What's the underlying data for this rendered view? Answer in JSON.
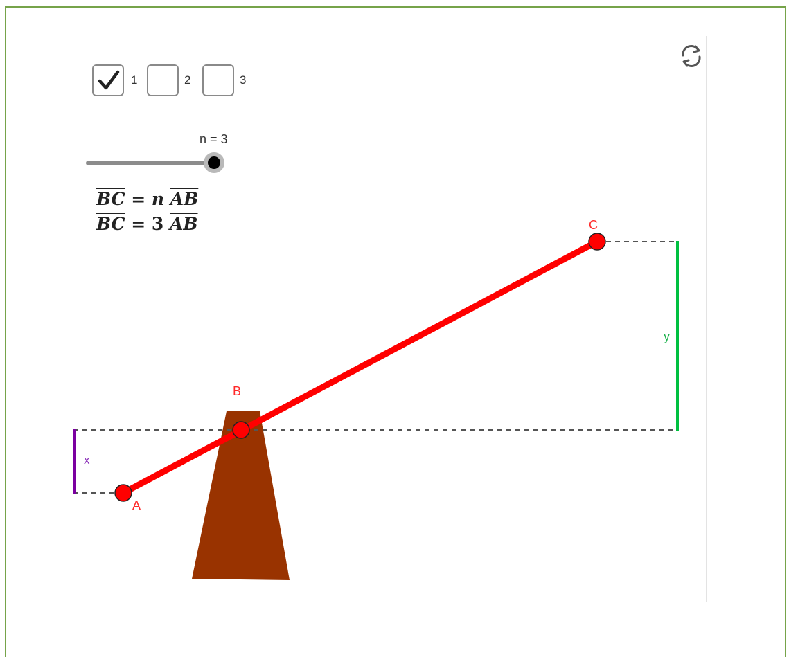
{
  "checkboxes": [
    {
      "label": "1",
      "checked": true
    },
    {
      "label": "2",
      "checked": false
    },
    {
      "label": "3",
      "checked": false
    }
  ],
  "slider": {
    "label": "n = 3",
    "value": 3
  },
  "formulas": {
    "line1": {
      "lhs": "BC",
      "eq": " = ",
      "var": "n",
      "rhs": "AB"
    },
    "line2": {
      "lhs": "BC",
      "eq": " = ",
      "var": "3",
      "rhs": "AB"
    }
  },
  "points": {
    "A": "A",
    "B": "B",
    "C": "C"
  },
  "measures": {
    "x": "x",
    "y": "y"
  },
  "colors": {
    "frame": "#76a34a",
    "lever": "#ff0000",
    "support": "#993300",
    "x_segment": "#7b00a0",
    "y_segment": "#00c040",
    "guides": "#555555"
  },
  "icons": {
    "reset": "refresh-icon",
    "check": "checkmark-icon"
  }
}
